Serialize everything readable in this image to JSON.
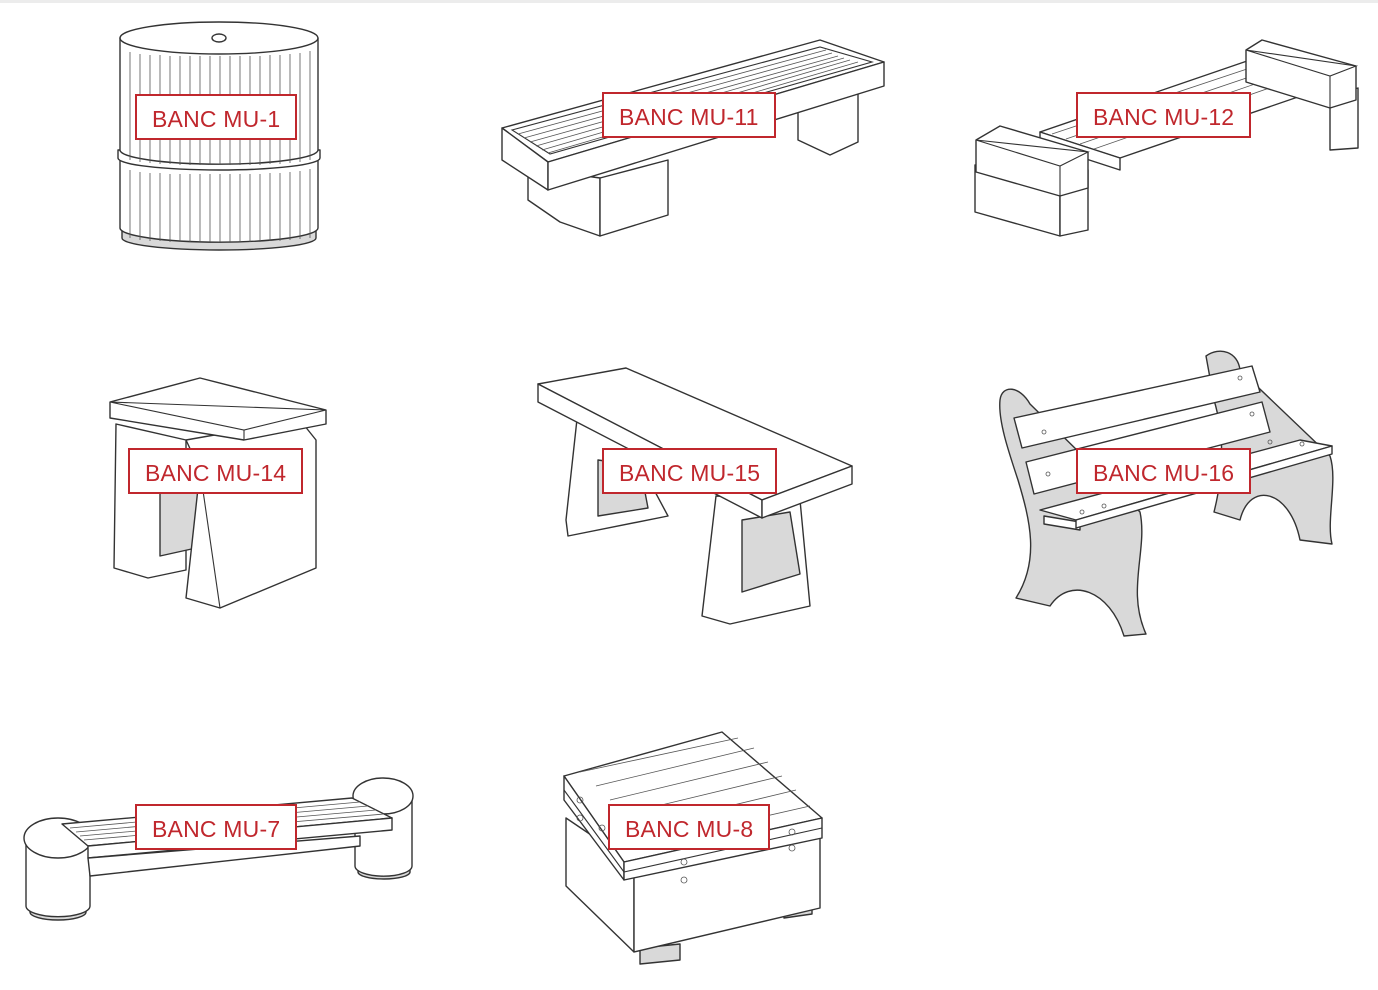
{
  "products": [
    {
      "label": "BANC MU-1",
      "icon": "round-ribbed-bench-icon"
    },
    {
      "label": "BANC MU-11",
      "icon": "slatted-block-bench-icon"
    },
    {
      "label": "BANC MU-12",
      "icon": "armrest-slat-bench-icon"
    },
    {
      "label": "BANC MU-14",
      "icon": "concrete-stool-icon"
    },
    {
      "label": "BANC MU-15",
      "icon": "trapezoid-leg-bench-icon"
    },
    {
      "label": "BANC MU-16",
      "icon": "backrest-park-bench-icon"
    },
    {
      "label": "BANC MU-7",
      "icon": "cylinder-end-bench-icon"
    },
    {
      "label": "BANC MU-8",
      "icon": "square-slatted-bench-icon"
    }
  ],
  "colors": {
    "accent": "#c0272d",
    "line": "#333333",
    "fill_gray": "#d9d9d9"
  }
}
